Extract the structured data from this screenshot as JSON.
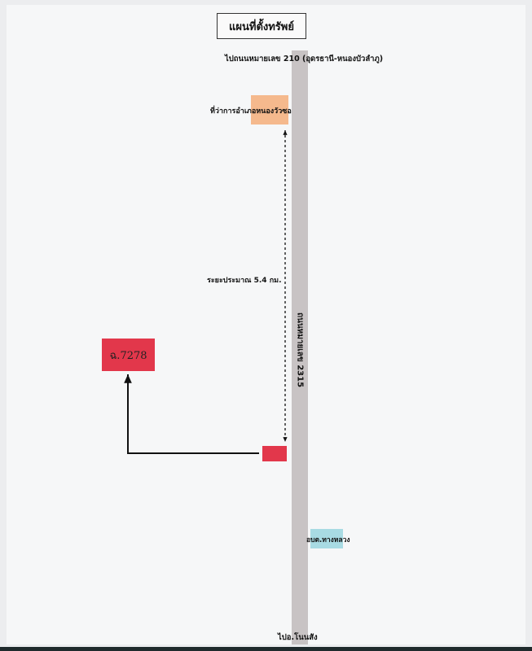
{
  "map": {
    "title": "แผนที่ตั้งทรัพย์",
    "road_label": "ถนนหมายเลข 2315",
    "top_destination": "ไปถนนหมายเลข 210 (อุดรธานี-หนองบัวลำภู)",
    "bottom_destination": "ไปอ.โนนสัง",
    "landmarks": {
      "district_office": "ที่ว่าการอำเภอหนองวัวซอ",
      "subdistrict_office": "อบต.ทางหลวง"
    },
    "distance_label": "ระยะประมาณ 5.4 กม.",
    "property_deed": "ฉ.7278",
    "colors": {
      "road": "#c8c3c4",
      "district_office": "#f5b98d",
      "subdistrict_office": "#a8dbe3",
      "property": "#e2374b"
    }
  }
}
